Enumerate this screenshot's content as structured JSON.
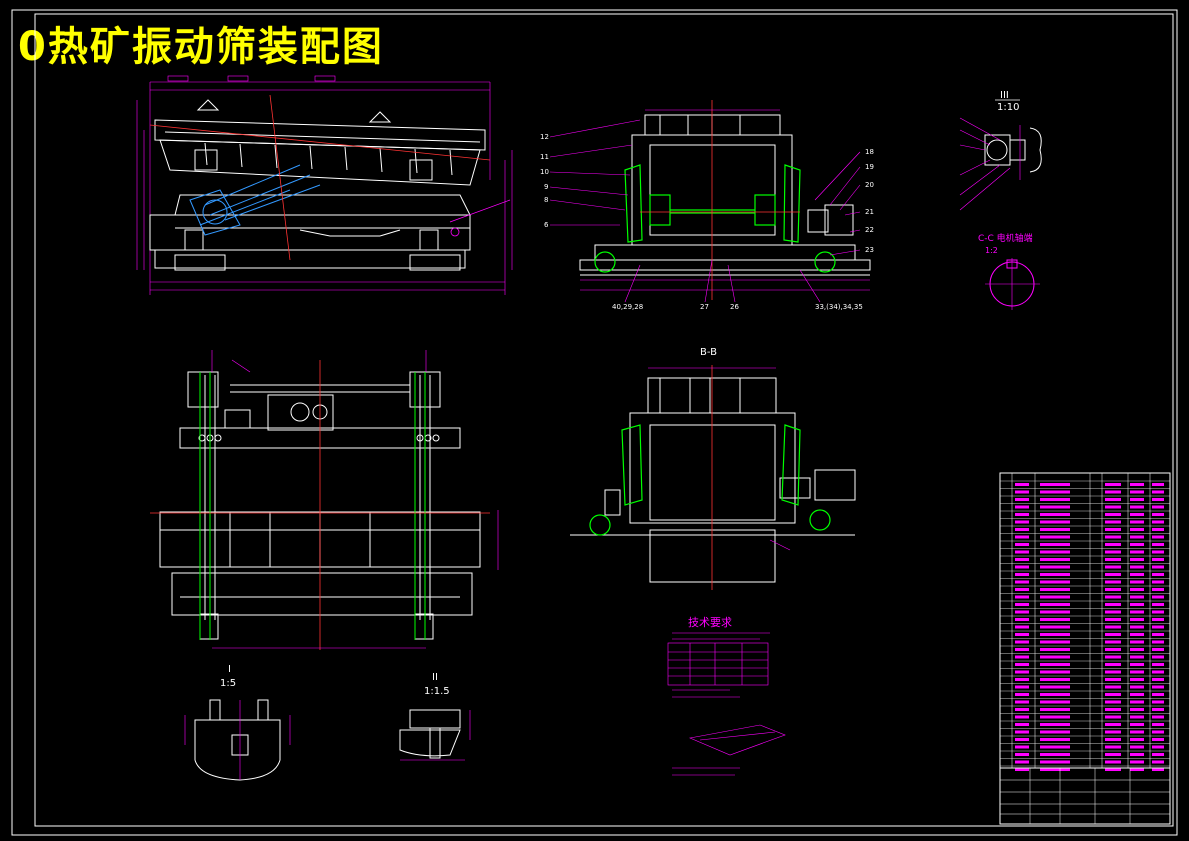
{
  "drawing": {
    "title": "0热矿振动筛装配图",
    "view_labels": {
      "detail_III": "III",
      "detail_III_scale": "1:10",
      "section_cc": "C-C  电机轴端",
      "section_cc_scale": "1:2",
      "section_bb": "B-B",
      "detail_I": "I",
      "detail_I_scale": "1:5",
      "detail_II": "II",
      "detail_II_scale": "1:1.5"
    },
    "balloons_right": [
      "18",
      "19",
      "20",
      "21",
      "22",
      "23"
    ],
    "balloons_left": [
      "12",
      "11",
      "10",
      "9",
      "8",
      "6"
    ],
    "balloons_bottom": [
      "40,29,28",
      "27",
      "26",
      "33,(34),34,35"
    ],
    "tech_title": "技术要求"
  },
  "colors": {
    "background": "#000000",
    "frame": "#ffffff",
    "structure": "#ffffff",
    "dimension": "#ff00ff",
    "centerline": "#ff3333",
    "highlight": "#00ff00",
    "detail": "#3399ff",
    "title": "#ffff00"
  }
}
